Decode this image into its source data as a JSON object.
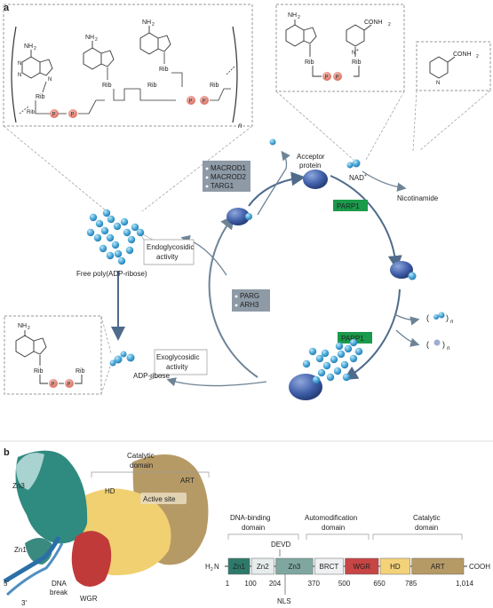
{
  "panels": {
    "a": "a",
    "b": "b"
  },
  "chem": {
    "nh2": "NH",
    "sub2": "2",
    "n": "N",
    "rib": "Rib",
    "p": "P",
    "conh2": "CONH",
    "n_plus": "N",
    "plus": "+",
    "repeat": "n"
  },
  "cycle": {
    "acceptor_protein": [
      "Acceptor",
      "protein"
    ],
    "nad": "NAD",
    "nad_plus": "+",
    "nicotinamide": "Nicotinamide",
    "parp1_top": "PARP1",
    "parp1_bottom": "PARP1",
    "open_paren": "(",
    "close_paren": ")",
    "n_sub": "n",
    "free_par": "Free poly(ADP-ribose)",
    "adp_ribose": "ADP-ribose",
    "endo": [
      "Endoglycosidic",
      "activity"
    ],
    "exo": [
      "Exoglycosidic",
      "activity"
    ],
    "hydrolases_top": [
      "MACROD1",
      "MACROD2",
      "TARG1"
    ],
    "hydrolases_mid": [
      "PARG",
      "ARH3"
    ]
  },
  "structure": {
    "catalytic_domain": [
      "Catalytic",
      "domain"
    ],
    "zn3": "Zn3",
    "hd": "HD",
    "art": "ART",
    "active_site": "Active site",
    "zn1": "Zn1",
    "dna_break": [
      "DNA",
      "break"
    ],
    "wgr": "WGR",
    "five_prime": "5′",
    "three_prime": "3′"
  },
  "domain_map": {
    "headers": [
      [
        "DNA-binding",
        "domain"
      ],
      [
        "Automodification",
        "domain"
      ],
      [
        "Catalytic",
        "domain"
      ]
    ],
    "devd": "DEVD",
    "nls": "NLS",
    "h2n": "H",
    "h2n_sub": "2",
    "h2n_n": "N",
    "cooh": "COOH",
    "domains": [
      "Zn1",
      "Zn2",
      "Zn3",
      "BRCT",
      "WGR",
      "HD",
      "ART"
    ],
    "positions": [
      "1",
      "100",
      "204",
      "370",
      "500",
      "650",
      "785",
      "1,014"
    ]
  },
  "colors": {
    "cycle_arrow": "#4f6b8c",
    "parp_green": "#1a9a4a",
    "hydrolase_box": "#8e9aa6",
    "phosphate": "#e8867a",
    "adp_sphere": "#4aa9d9",
    "protein": "#3f5ea8",
    "zn1": "#2e7a6a",
    "zn2": "#e6eceb",
    "zn3": "#7fa7a0",
    "brct": "#eef0f2",
    "wgr": "#c74545",
    "hd": "#f3d27a",
    "art": "#b69a66"
  }
}
